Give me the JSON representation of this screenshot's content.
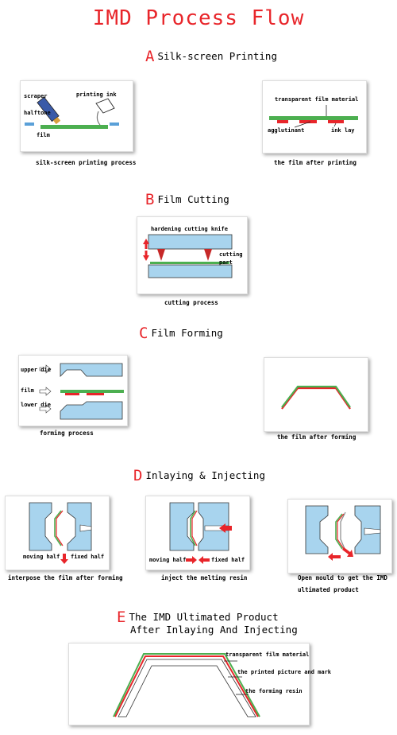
{
  "title": "IMD Process Flow",
  "colors": {
    "title": "#e8252a",
    "film": "#4caf50",
    "ink": "#e8252a",
    "die": "#a8d4ee"
  },
  "sections": [
    {
      "letter": "A",
      "name": "Silk-screen Printing"
    },
    {
      "letter": "B",
      "name": "Film Cutting"
    },
    {
      "letter": "C",
      "name": "Film Forming"
    },
    {
      "letter": "D",
      "name": "Inlaying & Injecting"
    },
    {
      "letter": "E",
      "name_line1": "The IMD Ultimated Product",
      "name_line2": "After Inlaying And Injecting"
    }
  ],
  "panels": {
    "a1": {
      "caption": "silk-screen printing process",
      "labels": {
        "scraper": "scraper",
        "ink": "printing ink",
        "halftone": "halftone",
        "film": "film"
      }
    },
    "a2": {
      "caption": "the film   after printing",
      "labels": {
        "material": "transparent film material",
        "agglutinant": "agglutinant",
        "ink_lay": "ink lay"
      }
    },
    "b1": {
      "caption": "cutting process",
      "labels": {
        "knife": "hardening cutting knife",
        "part": "cutting\npart"
      }
    },
    "c1": {
      "caption": "forming process",
      "labels": {
        "upper": "upper die",
        "film": "film",
        "lower": "lower die"
      }
    },
    "c2": {
      "caption": "the film after forming"
    },
    "d1": {
      "caption": "interpose the film after forming",
      "labels": {
        "moving": "moving half",
        "fixed": "fixed half"
      }
    },
    "d2": {
      "caption": "inject the melting resin",
      "labels": {
        "moving": "moving half",
        "fixed": "fixed half"
      }
    },
    "d3": {
      "caption_line1": "Open mould to get the IMD",
      "caption_line2": "ultimated product"
    },
    "e1": {
      "labels": {
        "material": "transparent film material",
        "picture": "the printed picture and mark",
        "resin": "the forming resin"
      }
    }
  }
}
